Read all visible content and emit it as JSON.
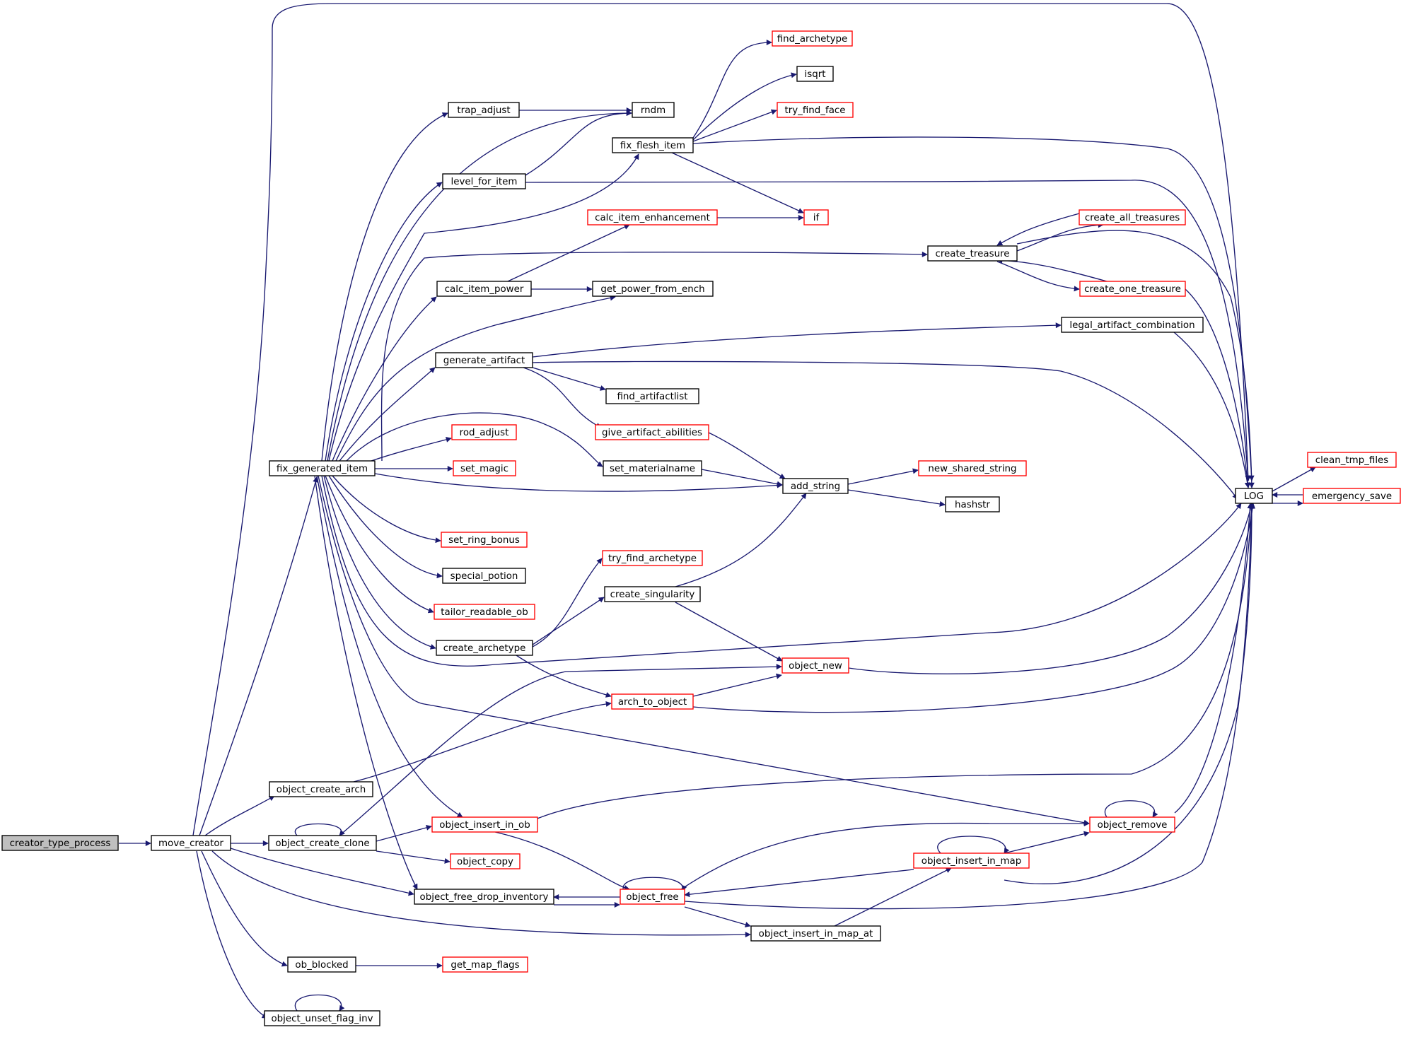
{
  "colors": {
    "edge": "#191970",
    "node_border_documented": "#000000",
    "node_border_undocumented": "#ff0000",
    "node_fill_root": "#bfbfbf",
    "node_fill": "#ffffff"
  },
  "graph": {
    "nodes": [
      {
        "id": "creator_type_process",
        "label": "creator_type_process",
        "style": "root"
      },
      {
        "id": "move_creator",
        "label": "move_creator",
        "style": "normal"
      },
      {
        "id": "fix_generated_item",
        "label": "fix_generated_item",
        "style": "normal"
      },
      {
        "id": "object_create_arch",
        "label": "object_create_arch",
        "style": "normal"
      },
      {
        "id": "object_create_clone",
        "label": "object_create_clone",
        "style": "normal"
      },
      {
        "id": "object_free_drop_inventory",
        "label": "object_free_drop_inventory",
        "style": "normal"
      },
      {
        "id": "ob_blocked",
        "label": "ob_blocked",
        "style": "normal"
      },
      {
        "id": "object_unset_flag_inv",
        "label": "object_unset_flag_inv",
        "style": "normal"
      },
      {
        "id": "trap_adjust",
        "label": "trap_adjust",
        "style": "normal"
      },
      {
        "id": "level_for_item",
        "label": "level_for_item",
        "style": "normal"
      },
      {
        "id": "calc_item_power",
        "label": "calc_item_power",
        "style": "normal"
      },
      {
        "id": "generate_artifact",
        "label": "generate_artifact",
        "style": "normal"
      },
      {
        "id": "rod_adjust",
        "label": "rod_adjust",
        "style": "red"
      },
      {
        "id": "set_magic",
        "label": "set_magic",
        "style": "red"
      },
      {
        "id": "set_ring_bonus",
        "label": "set_ring_bonus",
        "style": "red"
      },
      {
        "id": "special_potion",
        "label": "special_potion",
        "style": "normal"
      },
      {
        "id": "tailor_readable_ob",
        "label": "tailor_readable_ob",
        "style": "red"
      },
      {
        "id": "create_archetype",
        "label": "create_archetype",
        "style": "normal"
      },
      {
        "id": "object_insert_in_ob",
        "label": "object_insert_in_ob",
        "style": "red"
      },
      {
        "id": "object_copy",
        "label": "object_copy",
        "style": "red"
      },
      {
        "id": "get_map_flags",
        "label": "get_map_flags",
        "style": "red"
      },
      {
        "id": "rndm",
        "label": "rndm",
        "style": "normal"
      },
      {
        "id": "fix_flesh_item",
        "label": "fix_flesh_item",
        "style": "normal"
      },
      {
        "id": "calc_item_enhancement",
        "label": "calc_item_enhancement",
        "style": "red"
      },
      {
        "id": "get_power_from_ench",
        "label": "get_power_from_ench",
        "style": "normal"
      },
      {
        "id": "find_artifactlist",
        "label": "find_artifactlist",
        "style": "normal"
      },
      {
        "id": "give_artifact_abilities",
        "label": "give_artifact_abilities",
        "style": "red"
      },
      {
        "id": "set_materialname",
        "label": "set_materialname",
        "style": "normal"
      },
      {
        "id": "try_find_archetype",
        "label": "try_find_archetype",
        "style": "red"
      },
      {
        "id": "create_singularity",
        "label": "create_singularity",
        "style": "normal"
      },
      {
        "id": "arch_to_object",
        "label": "arch_to_object",
        "style": "red"
      },
      {
        "id": "object_free",
        "label": "object_free",
        "style": "red"
      },
      {
        "id": "find_archetype",
        "label": "find_archetype",
        "style": "red"
      },
      {
        "id": "isqrt",
        "label": "isqrt",
        "style": "normal"
      },
      {
        "id": "try_find_face",
        "label": "try_find_face",
        "style": "red"
      },
      {
        "id": "if",
        "label": "if",
        "style": "red"
      },
      {
        "id": "add_string",
        "label": "add_string",
        "style": "normal"
      },
      {
        "id": "object_new",
        "label": "object_new",
        "style": "red"
      },
      {
        "id": "object_insert_in_map_at",
        "label": "object_insert_in_map_at",
        "style": "normal"
      },
      {
        "id": "create_treasure",
        "label": "create_treasure",
        "style": "normal"
      },
      {
        "id": "new_shared_string",
        "label": "new_shared_string",
        "style": "red"
      },
      {
        "id": "hashstr",
        "label": "hashstr",
        "style": "normal"
      },
      {
        "id": "object_insert_in_map",
        "label": "object_insert_in_map",
        "style": "red"
      },
      {
        "id": "create_all_treasures",
        "label": "create_all_treasures",
        "style": "red"
      },
      {
        "id": "create_one_treasure",
        "label": "create_one_treasure",
        "style": "red"
      },
      {
        "id": "legal_artifact_combination",
        "label": "legal_artifact_combination",
        "style": "normal"
      },
      {
        "id": "object_remove",
        "label": "object_remove",
        "style": "red"
      },
      {
        "id": "LOG",
        "label": "LOG",
        "style": "normal"
      },
      {
        "id": "clean_tmp_files",
        "label": "clean_tmp_files",
        "style": "red"
      },
      {
        "id": "emergency_save",
        "label": "emergency_save",
        "style": "red"
      }
    ],
    "edges": [
      [
        "creator_type_process",
        "move_creator"
      ],
      [
        "move_creator",
        "LOG"
      ],
      [
        "move_creator",
        "fix_generated_item"
      ],
      [
        "move_creator",
        "object_create_arch"
      ],
      [
        "move_creator",
        "object_create_clone"
      ],
      [
        "move_creator",
        "object_free_drop_inventory"
      ],
      [
        "move_creator",
        "object_insert_in_map_at"
      ],
      [
        "move_creator",
        "ob_blocked"
      ],
      [
        "move_creator",
        "object_unset_flag_inv"
      ],
      [
        "fix_generated_item",
        "rndm"
      ],
      [
        "fix_generated_item",
        "trap_adjust"
      ],
      [
        "fix_generated_item",
        "level_for_item"
      ],
      [
        "fix_generated_item",
        "fix_flesh_item"
      ],
      [
        "fix_generated_item",
        "create_treasure"
      ],
      [
        "fix_generated_item",
        "calc_item_power"
      ],
      [
        "fix_generated_item",
        "get_power_from_ench"
      ],
      [
        "fix_generated_item",
        "generate_artifact"
      ],
      [
        "fix_generated_item",
        "set_materialname"
      ],
      [
        "fix_generated_item",
        "rod_adjust"
      ],
      [
        "fix_generated_item",
        "set_magic"
      ],
      [
        "fix_generated_item",
        "add_string"
      ],
      [
        "fix_generated_item",
        "set_ring_bonus"
      ],
      [
        "fix_generated_item",
        "special_potion"
      ],
      [
        "fix_generated_item",
        "tailor_readable_ob"
      ],
      [
        "fix_generated_item",
        "create_archetype"
      ],
      [
        "fix_generated_item",
        "LOG"
      ],
      [
        "fix_generated_item",
        "object_remove"
      ],
      [
        "fix_generated_item",
        "object_insert_in_ob"
      ],
      [
        "fix_generated_item",
        "object_free_drop_inventory"
      ],
      [
        "trap_adjust",
        "rndm"
      ],
      [
        "level_for_item",
        "rndm"
      ],
      [
        "level_for_item",
        "LOG"
      ],
      [
        "fix_flesh_item",
        "find_archetype"
      ],
      [
        "fix_flesh_item",
        "isqrt"
      ],
      [
        "fix_flesh_item",
        "try_find_face"
      ],
      [
        "fix_flesh_item",
        "LOG"
      ],
      [
        "fix_flesh_item",
        "if"
      ],
      [
        "calc_item_enhancement",
        "if"
      ],
      [
        "calc_item_power",
        "calc_item_enhancement"
      ],
      [
        "calc_item_power",
        "get_power_from_ench"
      ],
      [
        "generate_artifact",
        "legal_artifact_combination"
      ],
      [
        "generate_artifact",
        "LOG"
      ],
      [
        "generate_artifact",
        "find_artifactlist"
      ],
      [
        "generate_artifact",
        "give_artifact_abilities"
      ],
      [
        "give_artifact_abilities",
        "add_string"
      ],
      [
        "set_materialname",
        "add_string"
      ],
      [
        "add_string",
        "new_shared_string"
      ],
      [
        "add_string",
        "hashstr"
      ],
      [
        "create_treasure",
        "create_all_treasures"
      ],
      [
        "create_all_treasures",
        "create_treasure"
      ],
      [
        "create_treasure",
        "create_one_treasure"
      ],
      [
        "create_one_treasure",
        "create_treasure"
      ],
      [
        "create_treasure",
        "LOG"
      ],
      [
        "create_one_treasure",
        "LOG"
      ],
      [
        "legal_artifact_combination",
        "LOG"
      ],
      [
        "create_archetype",
        "try_find_archetype"
      ],
      [
        "create_archetype",
        "create_singularity"
      ],
      [
        "create_archetype",
        "arch_to_object"
      ],
      [
        "create_singularity",
        "add_string"
      ],
      [
        "create_singularity",
        "object_new"
      ],
      [
        "arch_to_object",
        "object_new"
      ],
      [
        "arch_to_object",
        "LOG"
      ],
      [
        "object_new",
        "LOG"
      ],
      [
        "object_create_arch",
        "arch_to_object"
      ],
      [
        "object_create_clone",
        "object_create_clone"
      ],
      [
        "object_create_clone",
        "object_new"
      ],
      [
        "object_create_clone",
        "object_insert_in_ob"
      ],
      [
        "object_create_clone",
        "object_copy"
      ],
      [
        "object_insert_in_ob",
        "LOG"
      ],
      [
        "object_insert_in_ob",
        "object_free"
      ],
      [
        "object_free",
        "object_free"
      ],
      [
        "object_free",
        "object_free_drop_inventory"
      ],
      [
        "object_free_drop_inventory",
        "object_free"
      ],
      [
        "object_free",
        "object_remove"
      ],
      [
        "object_free",
        "LOG"
      ],
      [
        "object_free",
        "object_insert_in_map_at"
      ],
      [
        "object_insert_in_map",
        "object_insert_in_map"
      ],
      [
        "object_insert_in_map",
        "object_remove"
      ],
      [
        "object_insert_in_map",
        "object_free"
      ],
      [
        "object_insert_in_map",
        "LOG"
      ],
      [
        "object_insert_in_map_at",
        "object_insert_in_map"
      ],
      [
        "object_remove",
        "object_remove"
      ],
      [
        "object_remove",
        "LOG"
      ],
      [
        "ob_blocked",
        "get_map_flags"
      ],
      [
        "object_unset_flag_inv",
        "object_unset_flag_inv"
      ],
      [
        "LOG",
        "clean_tmp_files"
      ],
      [
        "LOG",
        "emergency_save"
      ],
      [
        "emergency_save",
        "LOG"
      ]
    ]
  }
}
